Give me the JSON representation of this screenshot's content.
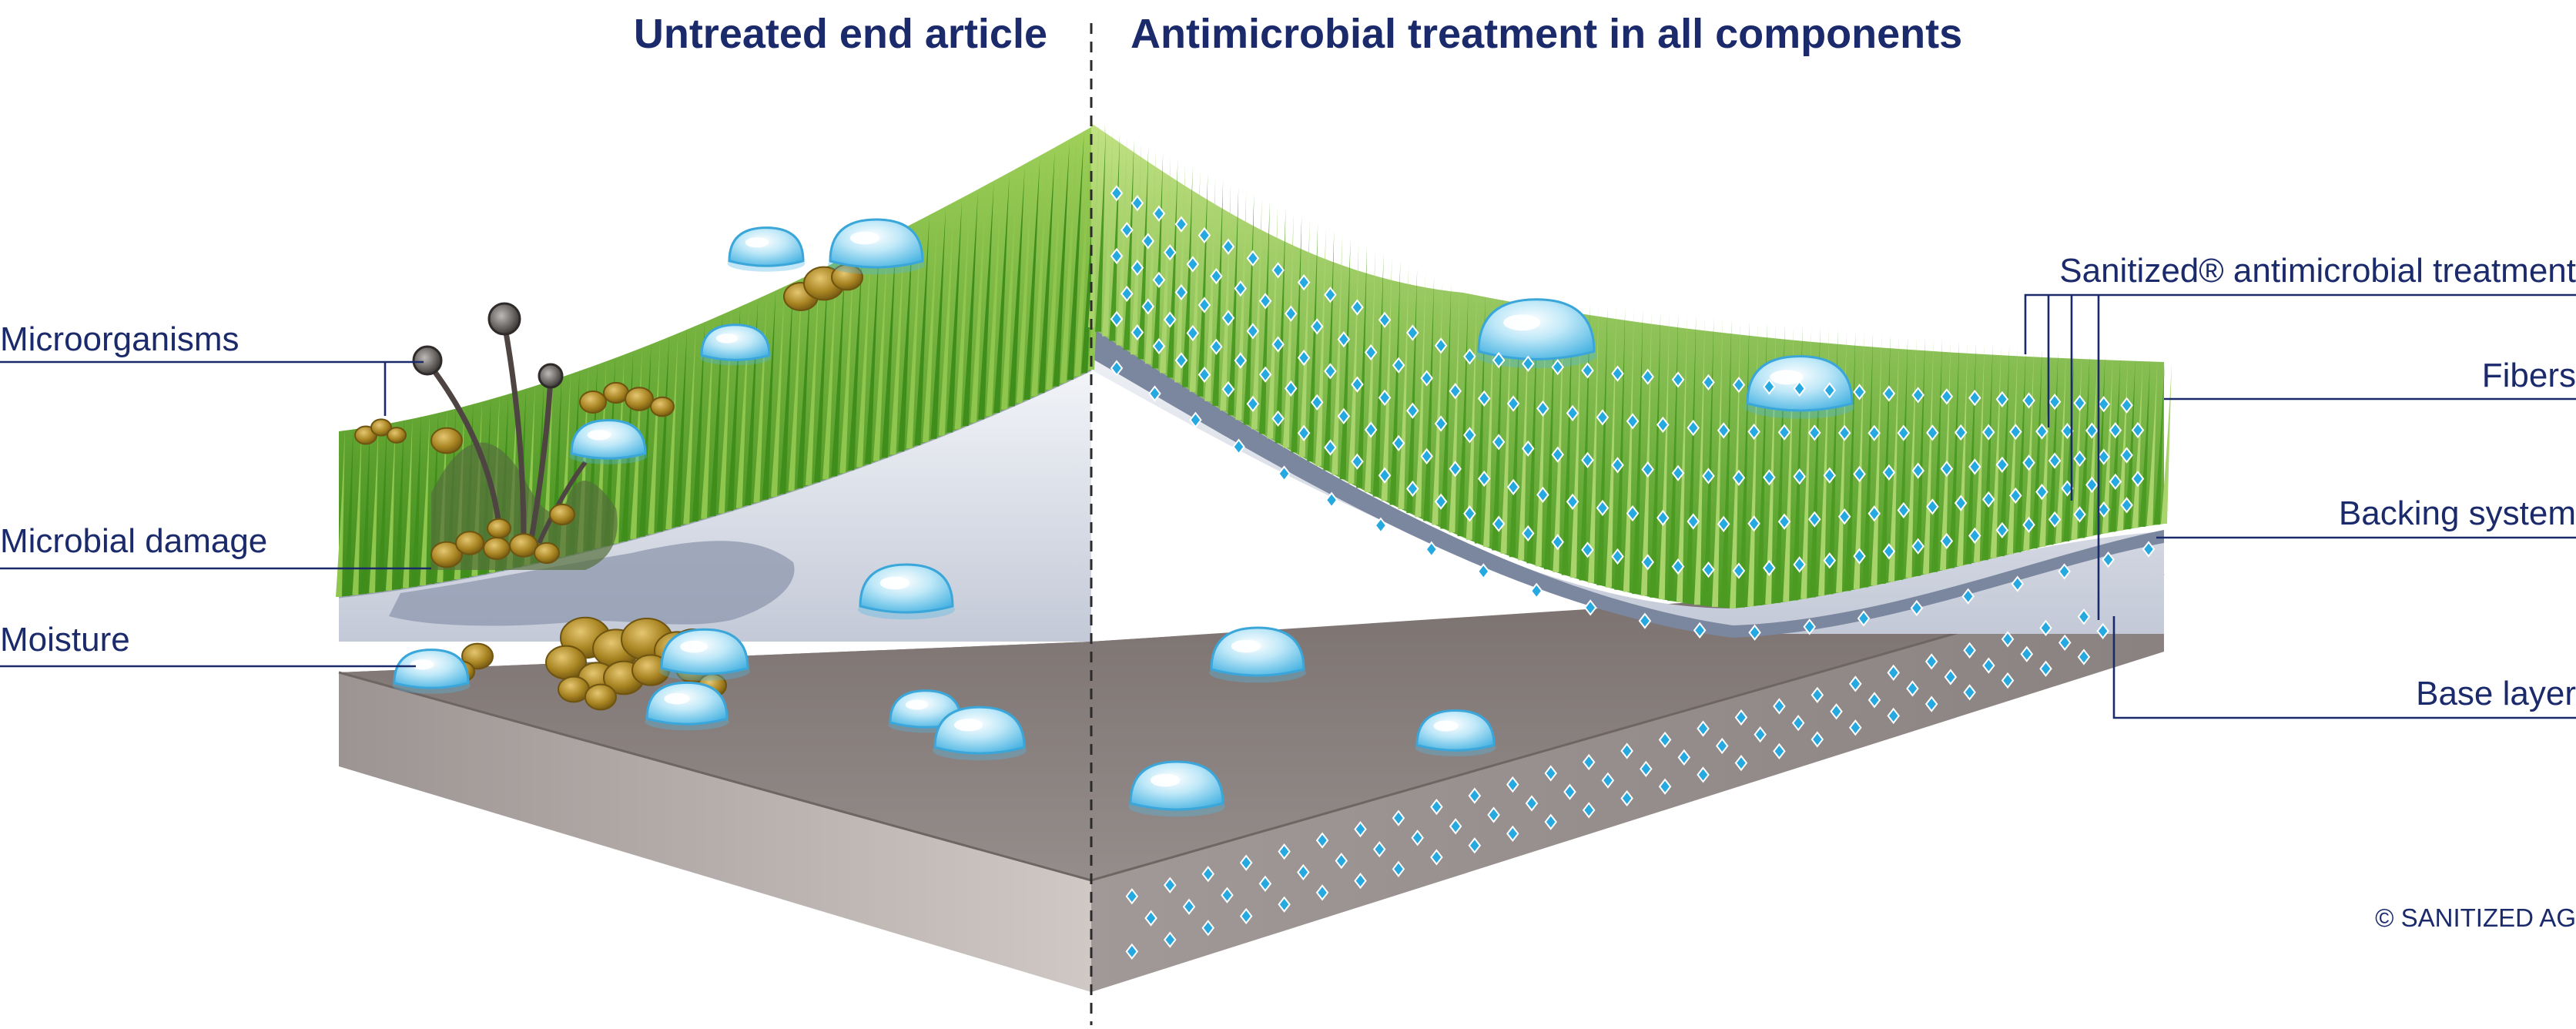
{
  "titles": {
    "left": "Untreated end article",
    "right": "Antimicrobial treatment in all components"
  },
  "labels": {
    "microorganisms": "Microorganisms",
    "microbial_damage": "Microbial damage",
    "moisture": "Moisture",
    "sanitized_treatment": "Sanitized® antimicrobial treatment",
    "fibers": "Fibers",
    "backing_system": "Backing system",
    "base_layer": "Base layer"
  },
  "copyright": "© SANITIZED AG",
  "colors": {
    "title_text": "#1b2a6b",
    "grass_dark": "#4f9a24",
    "grass_light": "#b6d97a",
    "backing": "#dde1ea",
    "backing_edge": "#7b869f",
    "base_top": "#8a807e",
    "base_side": "#b3aba8",
    "droplet": "#5bc0e8",
    "treatment_marker": "#25a9e0",
    "microbe": "#a88422"
  }
}
